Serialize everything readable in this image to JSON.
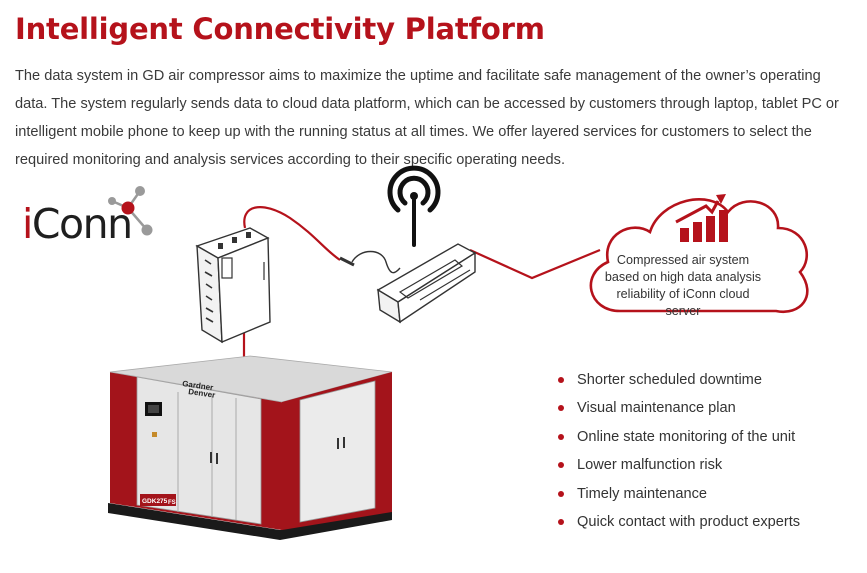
{
  "header": {
    "title": "Intelligent Connectivity Platform",
    "intro": "The data system in GD air compressor aims to maximize the uptime and facilitate safe management of the owner’s operating data. The system regularly sends data to cloud data platform, which can be accessed by customers through laptop, tablet PC or intelligent mobile phone to keep up with the running status at all times. We offer layered services for customers to select the required monitoring and analysis services according to their specific operating needs."
  },
  "logo": {
    "letter_i": "i",
    "rest": "Conn"
  },
  "cloud": {
    "text": "Compressed air system based on high data analysis reliability of iConn cloud server"
  },
  "compressor": {
    "brand_line1": "Gardner",
    "brand_line2": "Denver",
    "model": "GDK275",
    "model_suffix": "FS"
  },
  "benefits": [
    "Shorter scheduled downtime",
    "Visual maintenance plan",
    "Online state monitoring of the unit",
    "Lower malfunction risk",
    "Timely maintenance",
    "Quick contact with product experts"
  ],
  "icons": [
    "wifi-signal-icon",
    "chart-arrow-icon",
    "bullet-icon"
  ],
  "colors": {
    "brand_red": "#b5121b",
    "text": "#333333",
    "dark": "#1f1f1f"
  }
}
